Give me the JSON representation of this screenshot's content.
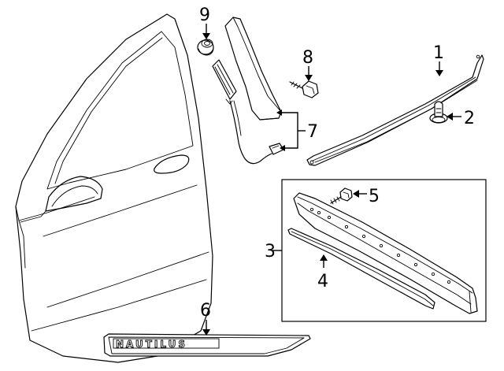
{
  "diagram": {
    "callouts": {
      "c1": "1",
      "c2": "2",
      "c3": "3",
      "c4": "4",
      "c5": "5",
      "c6": "6",
      "c7": "7",
      "c8": "8",
      "c9": "9"
    },
    "badge_text": "NAUTILUS",
    "colors": {
      "line": "#000000",
      "background": "#ffffff"
    }
  }
}
